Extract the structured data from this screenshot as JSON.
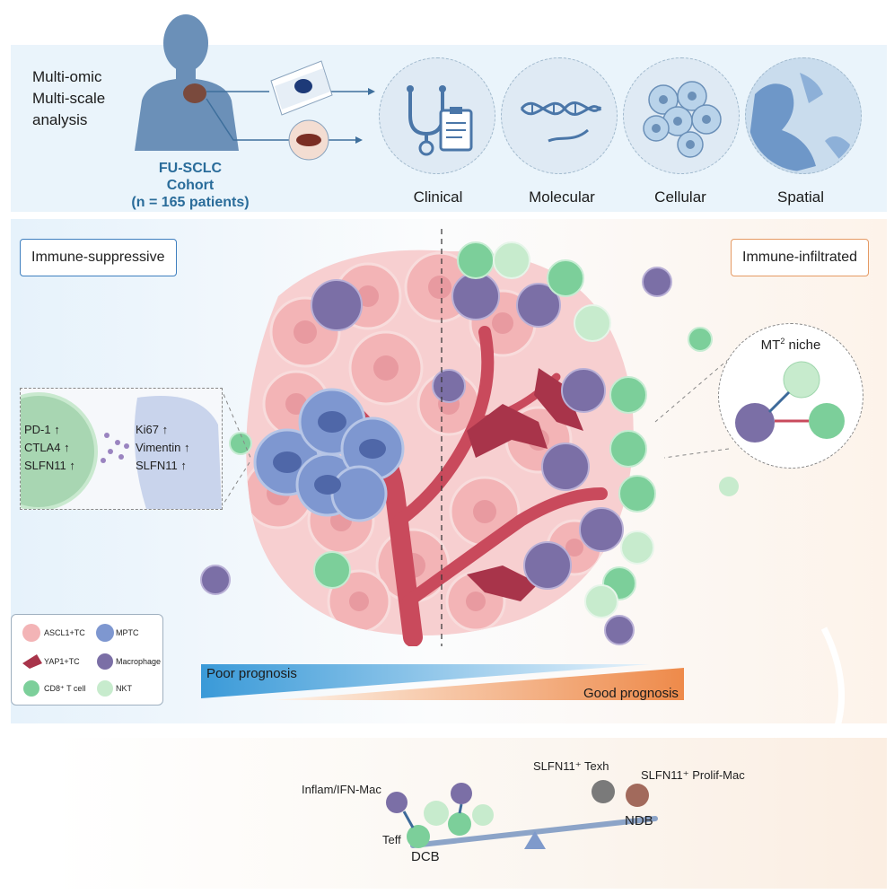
{
  "top": {
    "analysis_lines": [
      "Multi-omic",
      "Multi-scale",
      "analysis"
    ],
    "cohort_lines": [
      "FU-SCLC",
      "Cohort",
      "(n = 165 patients)"
    ],
    "scales": [
      "Clinical",
      "Molecular",
      "Cellular",
      "Spatial"
    ]
  },
  "middle": {
    "left_label": "Immune-suppressive",
    "right_label": "Immune-infiltrated",
    "left_markers": [
      "PD-1",
      "CTLA4",
      "SLFN11"
    ],
    "right_markers": [
      "Ki67",
      "Vimentin",
      "SLFN11"
    ],
    "niche": {
      "base": "MT",
      "sup": "2",
      "rest": " niche"
    },
    "poor_prognosis": "Poor prognosis",
    "good_prognosis": "Good prognosis"
  },
  "legend": [
    {
      "label": "ASCL1+TC"
    },
    {
      "label": "MPTC"
    },
    {
      "label": "YAP1+TC"
    },
    {
      "label": "Macrophage"
    },
    {
      "label": "CD8⁺ T cell"
    },
    {
      "label": "NKT"
    }
  ],
  "bottom": {
    "inflam_mac": "Inflam/IFN-Mac",
    "teff": "Teff",
    "dcb": "DCB",
    "texh": "SLFN11⁺ Texh",
    "prolif_mac": "SLFN11⁺ Prolif-Mac",
    "ndb": "NDB"
  },
  "colors": {
    "tumor_pink": "#f4b5b7",
    "mptc_blue": "#7e97d0",
    "macrophage": "#7b6fa6",
    "cd8_green": "#7ccf9a",
    "nkt_green": "#c7ebcd",
    "vessel": "#c23f52",
    "poor": "#3a9ad8",
    "good": "#ee8a4a"
  }
}
